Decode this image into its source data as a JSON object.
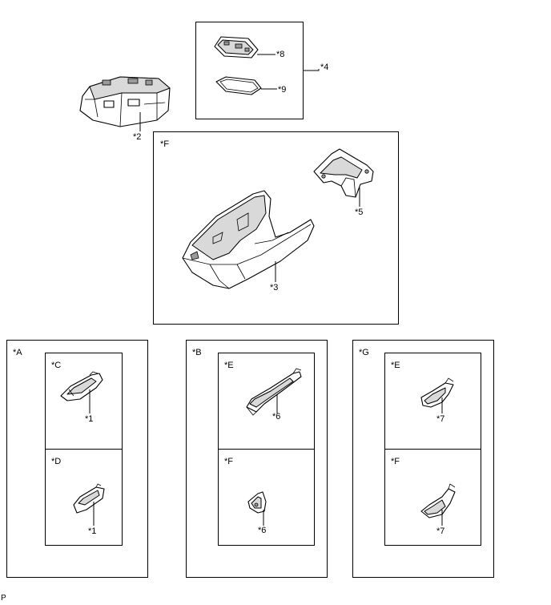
{
  "labels": {
    "p1": "*1",
    "p2": "*2",
    "p3": "*3",
    "p4": "*4",
    "p5": "*5",
    "p6": "*6",
    "p7": "*7",
    "p8": "*8",
    "p9": "*9",
    "a": "*A",
    "b": "*B",
    "c": "*C",
    "d": "*D",
    "e": "*E",
    "f": "*F",
    "g": "*G"
  },
  "footer": {
    "code": "P"
  }
}
